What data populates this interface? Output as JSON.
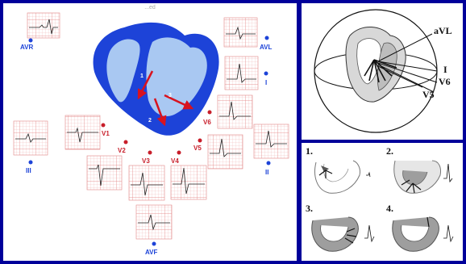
{
  "left_panel": {
    "title_fragment": "...ed",
    "chamber_labels": [
      "1",
      "2",
      "3"
    ],
    "leads": {
      "avr": "AVR",
      "avl": "AVL",
      "i": "I",
      "iii": "III",
      "ii": "II",
      "v1": "V1",
      "v2": "V2",
      "v3": "V3",
      "v4": "V4",
      "v5": "V5",
      "v6": "V6",
      "avf": "AVF"
    }
  },
  "sphere_panel": {
    "labels": {
      "avl": "aVL",
      "i": "I",
      "v6": "V6",
      "v5": "V5"
    }
  },
  "sequence_panel": {
    "steps": [
      "1.",
      "2.",
      "3.",
      "4."
    ]
  },
  "colors": {
    "background": "#00009a",
    "panel": "#ffffff",
    "heart_wall": "#1d43d8",
    "heart_cavity": "#a9c8f2",
    "arrow": "#d8121e",
    "grid": "#e9a0a0",
    "lead_label": "#c81e2a",
    "dot_blue": "#1d43d8"
  }
}
